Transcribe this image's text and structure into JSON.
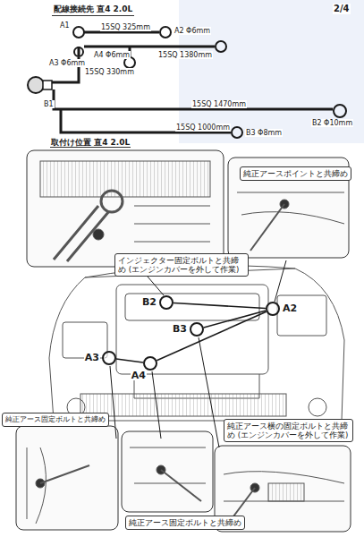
{
  "diagram": {
    "title": "配線接続先 直4 2.0L",
    "nodes": [
      {
        "text": [
          "純正アースポイントと共締め"
        ]
      },
      {
        "text": [
          "インジェクター固定ボルトと共締め (エンジンカバーを外して作業)"
        ]
      },
      {
        "text": [
          "B2"
        ]
      },
      {
        "text": [
          "A2"
        ]
      },
      {
        "text": [
          "B3"
        ]
      },
      {
        "text": [
          "A3"
        ]
      },
      {
        "text": [
          "A4"
        ]
      },
      {
        "text": [
          "純正アース固定ボルトと共締め"
        ]
      },
      {
        "text": [
          "純正アース横の固定ボルトと共締め (エンジンカバーを外して作業)"
        ]
      },
      {
        "text": [
          "純正アース固定ボルトと共締め"
        ]
      }
    ],
    "edges": [
      {
        "from": 2,
        "to": 3,
        "arrow": "none"
      },
      {
        "from": 4,
        "to": 3,
        "arrow": "none"
      },
      {
        "from": 5,
        "to": 6,
        "arrow": "none"
      },
      {
        "from": 6,
        "to": 3,
        "arrow": "none"
      }
    ],
    "labels": [
      "2/4",
      "A1",
      "15SQ 325mm",
      "A2 Φ6mm",
      "A3 Φ6mm",
      "A4 Φ6mm",
      "15SQ 1380mm",
      "15SQ 330mm",
      "取付け位置 直4 2.0L",
      "B1",
      "15SQ 1470mm",
      "B2 Φ10mm",
      "15SQ 1000mm",
      "B3 Φ8mm"
    ]
  }
}
